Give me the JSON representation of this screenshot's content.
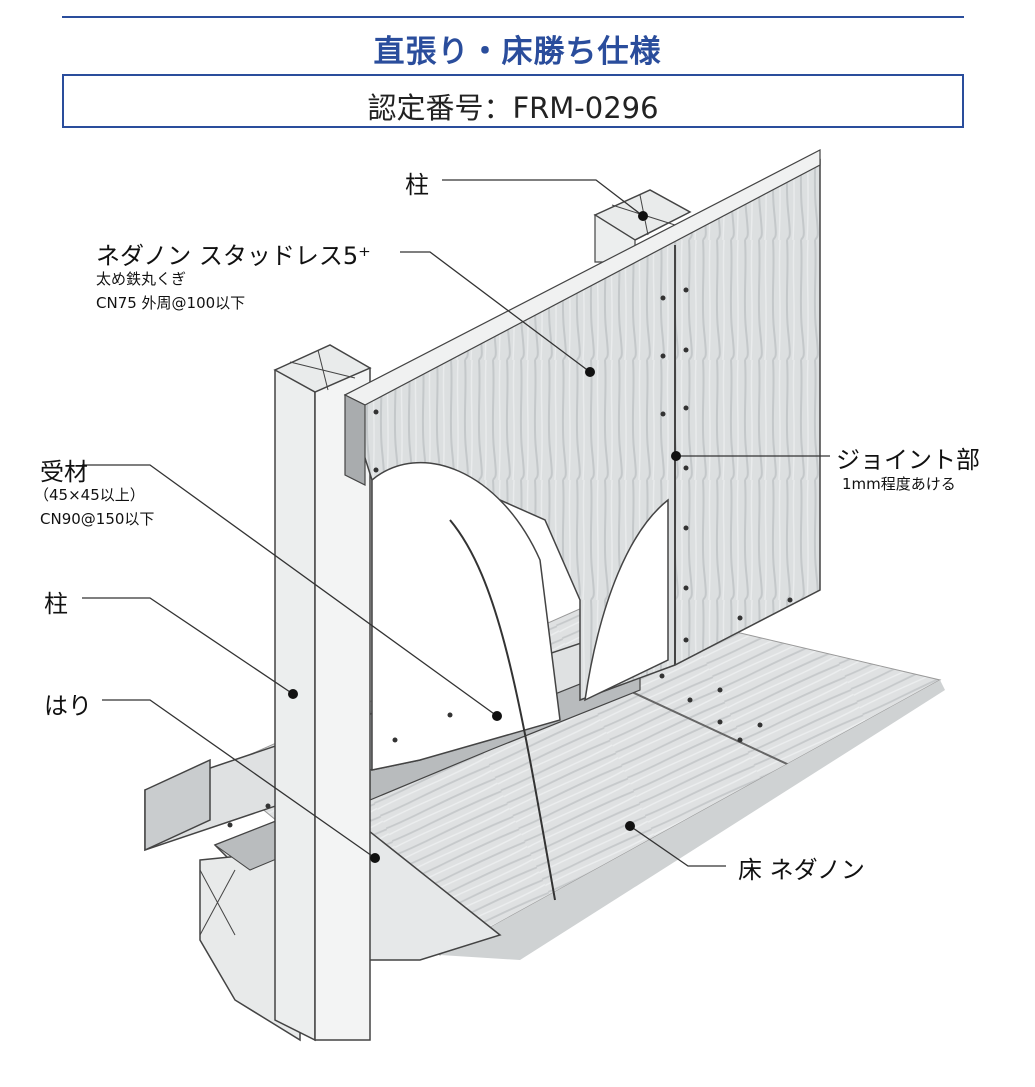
{
  "header": {
    "title": "直張り・床勝ち仕様",
    "certification": "認定番号：FRM-0296"
  },
  "labels": {
    "column_top": "柱",
    "panel_name": "ネダノン スタッドレス5⁺",
    "panel_nail": "太め鉄丸くぎ",
    "panel_spacing": "CN75 外周@100以下",
    "joint": "ジョイント部",
    "joint_note": "1mm程度あける",
    "receiver": "受材",
    "receiver_size": "（45×45以上）",
    "receiver_spacing": "CN90@150以下",
    "column_left": "柱",
    "beam": "はり",
    "floor": "床 ネダノン"
  },
  "colors": {
    "accent": "#2a4d9c",
    "board": "#d9dcdd",
    "wood": "#e4e6e6",
    "dark": "#222222"
  }
}
